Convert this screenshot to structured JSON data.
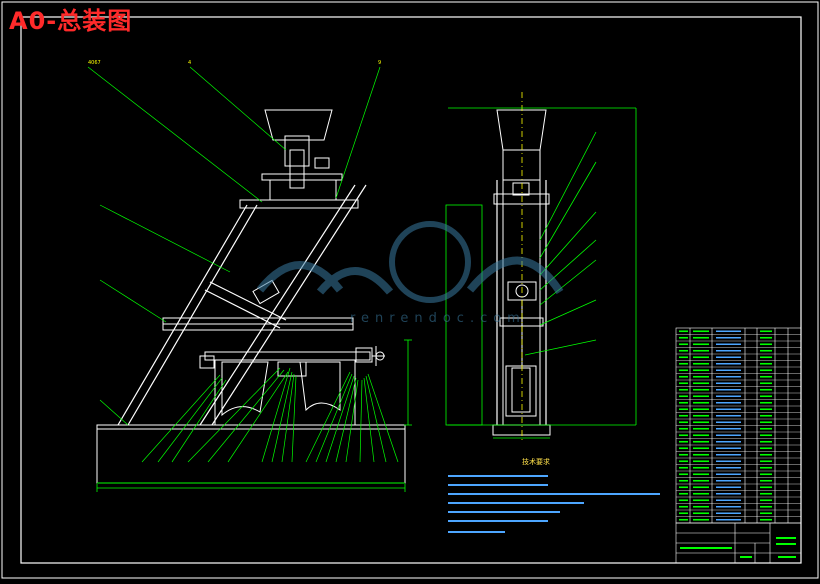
{
  "title": "A0-总装图",
  "tech_requirements_title": "技术要求",
  "watermark_url": "renrendoc.com",
  "part_labels_top": [
    "4067",
    "4",
    "9"
  ],
  "colors": {
    "background": "#000000",
    "frame": "#ffffff",
    "structure": "#ffffff",
    "leader": "#00ff00",
    "text": "#ffff00",
    "dimension": "#00ff00",
    "notes": "#4da6ff",
    "title": "#ff2a2a",
    "watermark": "#3a7aa0"
  }
}
